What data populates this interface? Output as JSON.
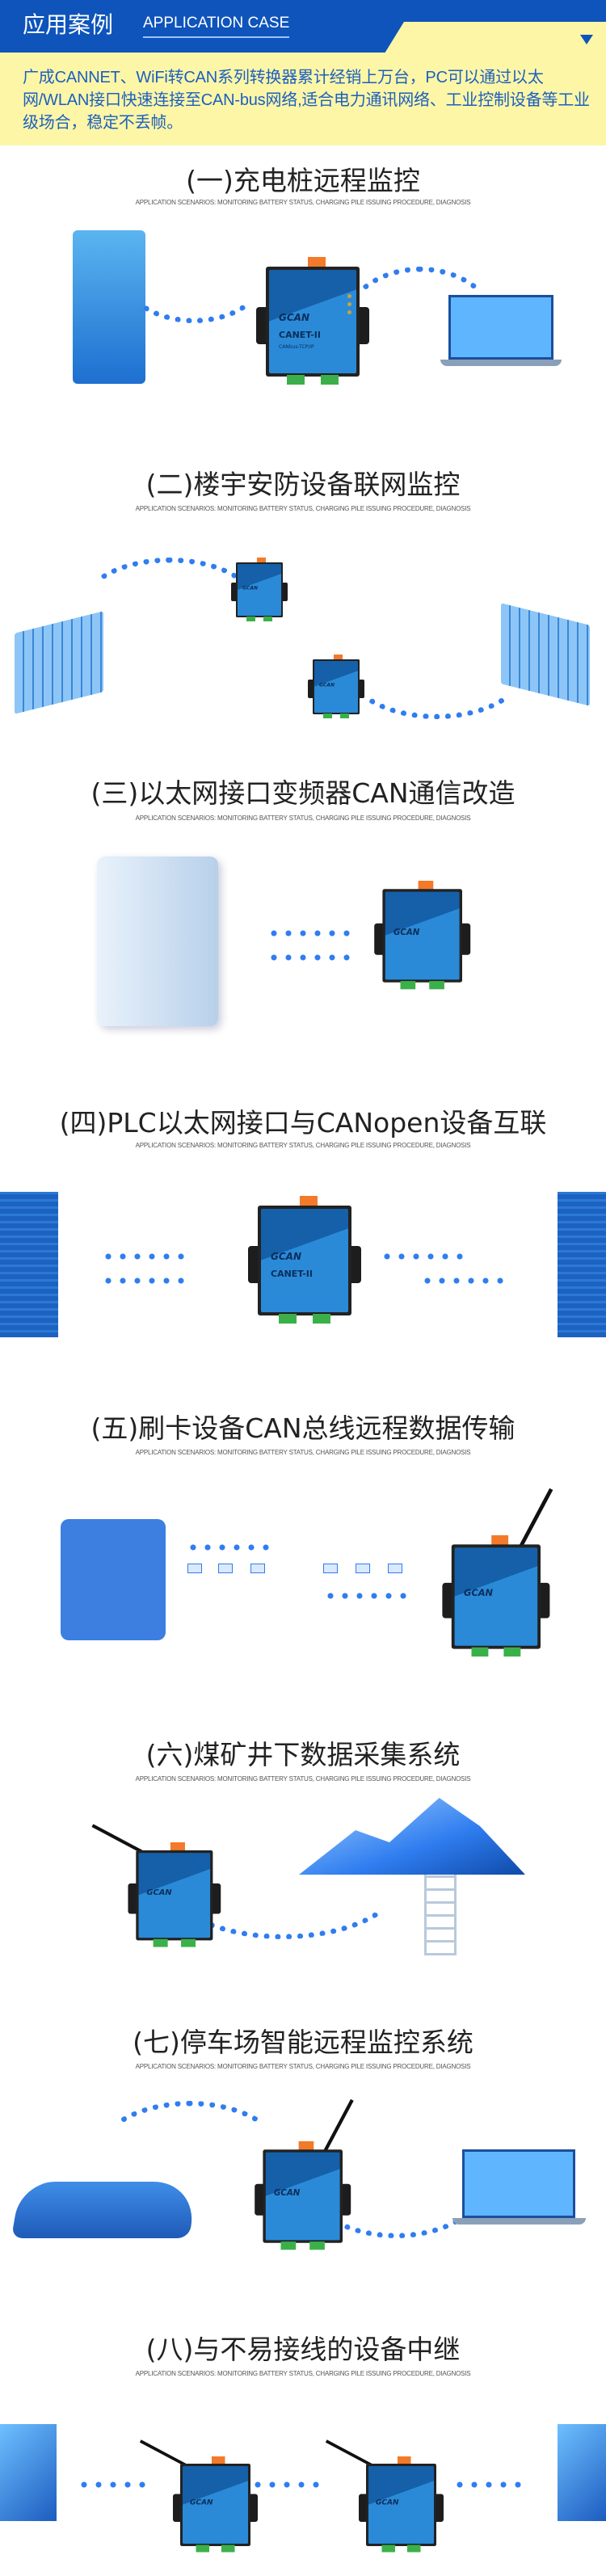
{
  "header": {
    "title": "应用案例",
    "title_en": "APPLICATION CASE"
  },
  "intro": "广成CANNET、WiFi转CAN系列转换器累计经销上万台，PC可以通过以太网/WLAN接口快速连接至CAN-bus网络,适合电力通讯网络、工业控制设备等工业级场合，稳定不丢帧。",
  "device": {
    "brand": "GCAN",
    "model": "CANET-II",
    "model_sub": "CANbus-TCP/IP"
  },
  "sections": [
    {
      "title": "(一)充电桩远程监控",
      "subtitle": "APPLICATION SCENARIOS: MONITORING BATTERY STATUS, CHARGING PILE ISSUING PROCEDURE, DIAGNOSIS"
    },
    {
      "title": "(二)楼宇安防设备联网监控",
      "subtitle": "APPLICATION SCENARIOS: MONITORING BATTERY STATUS, CHARGING PILE ISSUING PROCEDURE, DIAGNOSIS"
    },
    {
      "title": "(三)以太网接口变频器CAN通信改造",
      "subtitle": "APPLICATION SCENARIOS: MONITORING BATTERY STATUS, CHARGING PILE ISSUING PROCEDURE, DIAGNOSIS"
    },
    {
      "title": "(四)PLC以太网接口与CANopen设备互联",
      "subtitle": "APPLICATION SCENARIOS: MONITORING BATTERY STATUS, CHARGING PILE ISSUING PROCEDURE, DIAGNOSIS"
    },
    {
      "title": "(五)刷卡设备CAN总线远程数据传输",
      "subtitle": "APPLICATION SCENARIOS: MONITORING BATTERY STATUS, CHARGING PILE ISSUING PROCEDURE, DIAGNOSIS"
    },
    {
      "title": "(六)煤矿井下数据采集系统",
      "subtitle": "APPLICATION SCENARIOS: MONITORING BATTERY STATUS, CHARGING PILE ISSUING PROCEDURE, DIAGNOSIS"
    },
    {
      "title": "(七)停车场智能远程监控系统",
      "subtitle": "APPLICATION SCENARIOS: MONITORING BATTERY STATUS, CHARGING PILE ISSUING PROCEDURE, DIAGNOSIS"
    },
    {
      "title": "(八)与不易接线的设备中继",
      "subtitle": "APPLICATION SCENARIOS: MONITORING BATTERY STATUS, CHARGING PILE ISSUING PROCEDURE, DIAGNOSIS"
    }
  ]
}
